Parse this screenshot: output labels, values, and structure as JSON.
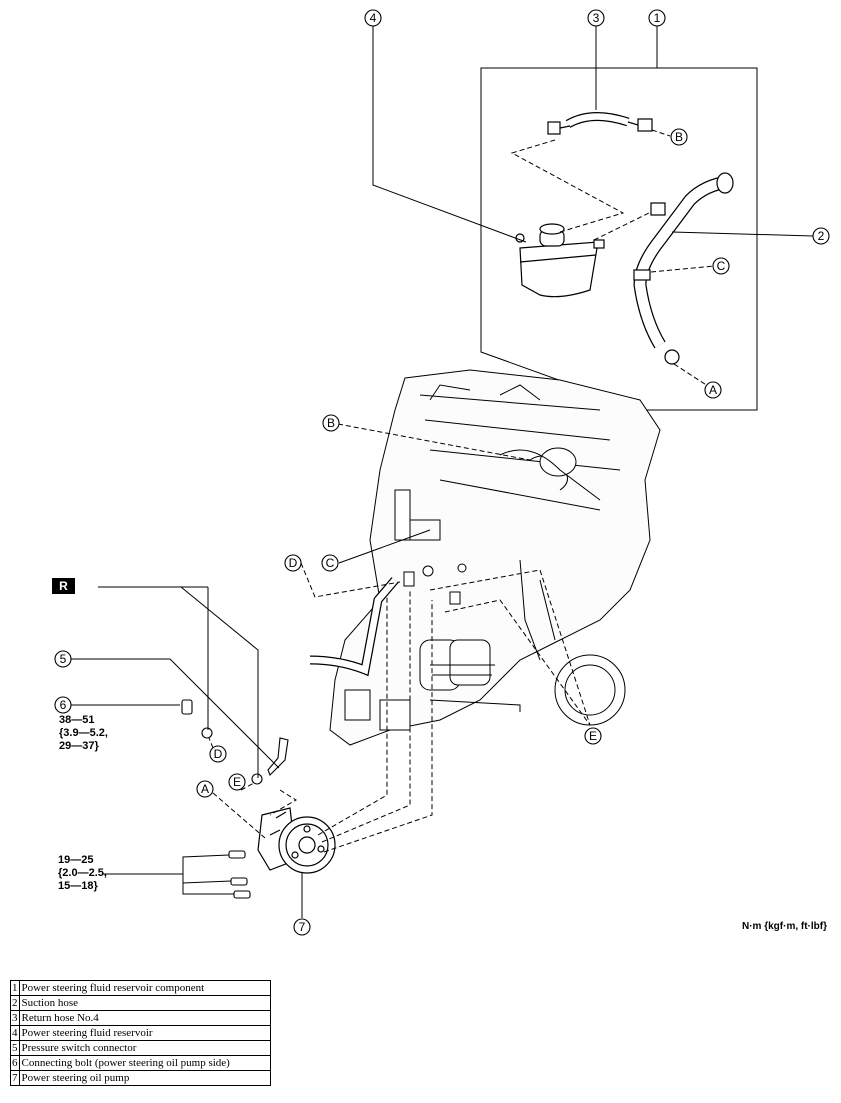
{
  "callouts": {
    "n1": "1",
    "n2": "2",
    "n3": "3",
    "n4": "4",
    "n5": "5",
    "n6": "6",
    "n7": "7",
    "a": "A",
    "b": "B",
    "c": "C",
    "d": "D",
    "e": "E"
  },
  "badge": "R",
  "torque_bolt6": {
    "line1": "38—51",
    "line2": "{3.9—5.2,",
    "line3": "29—37}"
  },
  "torque_pump_bolts": {
    "line1": "19—25",
    "line2": "{2.0—2.5,",
    "line3": "15—18}"
  },
  "units_note": "N·m {kgf·m, ft·lbf}",
  "legend": [
    {
      "num": "1",
      "desc": "Power steering fluid reservoir component"
    },
    {
      "num": "2",
      "desc": "Suction hose"
    },
    {
      "num": "3",
      "desc": "Return hose No.4"
    },
    {
      "num": "4",
      "desc": "Power steering fluid reservoir"
    },
    {
      "num": "5",
      "desc": "Pressure switch connector"
    },
    {
      "num": "6",
      "desc": "Connecting bolt (power steering oil pump side)"
    },
    {
      "num": "7",
      "desc": "Power steering oil pump"
    }
  ]
}
